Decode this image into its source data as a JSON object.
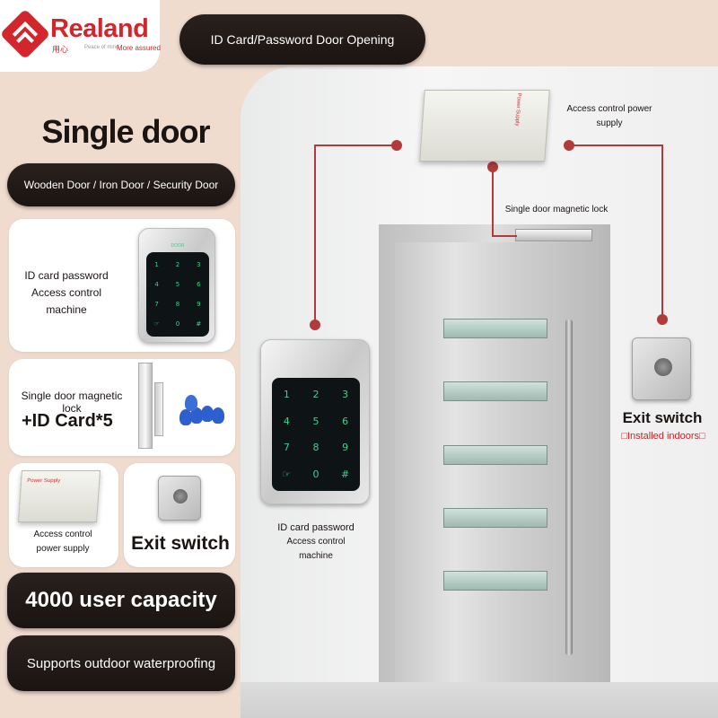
{
  "brand": {
    "name": "Realand",
    "tag_cn": "用心",
    "tag_small": "Peace of mind",
    "tag_assured": "More assured",
    "color": "#d3262c"
  },
  "header": {
    "title": "ID Card/Password Door Opening"
  },
  "left": {
    "heading": "Single door",
    "door_types": "Wooden Door / Iron Door / Security Door",
    "card1_lines": [
      "ID card password",
      "Access control",
      "machine"
    ],
    "card2_line1": "Single door magnetic lock",
    "card2_line2": "+ID Card*5",
    "card3_lines": [
      "Access control",
      "power supply"
    ],
    "card4_label": "Exit switch",
    "capacity": "4000 user capacity",
    "waterproof": "Supports outdoor waterproofing"
  },
  "keypad": {
    "door_label": "DOOR",
    "keys": [
      "1",
      "2",
      "3",
      "4",
      "5",
      "6",
      "7",
      "8",
      "9",
      "☞",
      "0",
      "#"
    ]
  },
  "psu_label": "Power Supply",
  "diagram": {
    "psu_lines": [
      "Access control power",
      "supply"
    ],
    "maglock": "Single door magnetic lock",
    "idpw_lines": [
      "ID card password",
      "Access control",
      "machine"
    ],
    "exit_title": "Exit switch",
    "exit_sub": "□Installed indoors□"
  },
  "colors": {
    "wire": "#b23a3a",
    "pill_bg": "#1f1815",
    "accent": "#d3262c"
  },
  "icons": [
    "logo-icon",
    "keypad-device",
    "magnetic-lock",
    "rfid-fob-icon",
    "power-supply-box",
    "exit-switch",
    "door"
  ]
}
